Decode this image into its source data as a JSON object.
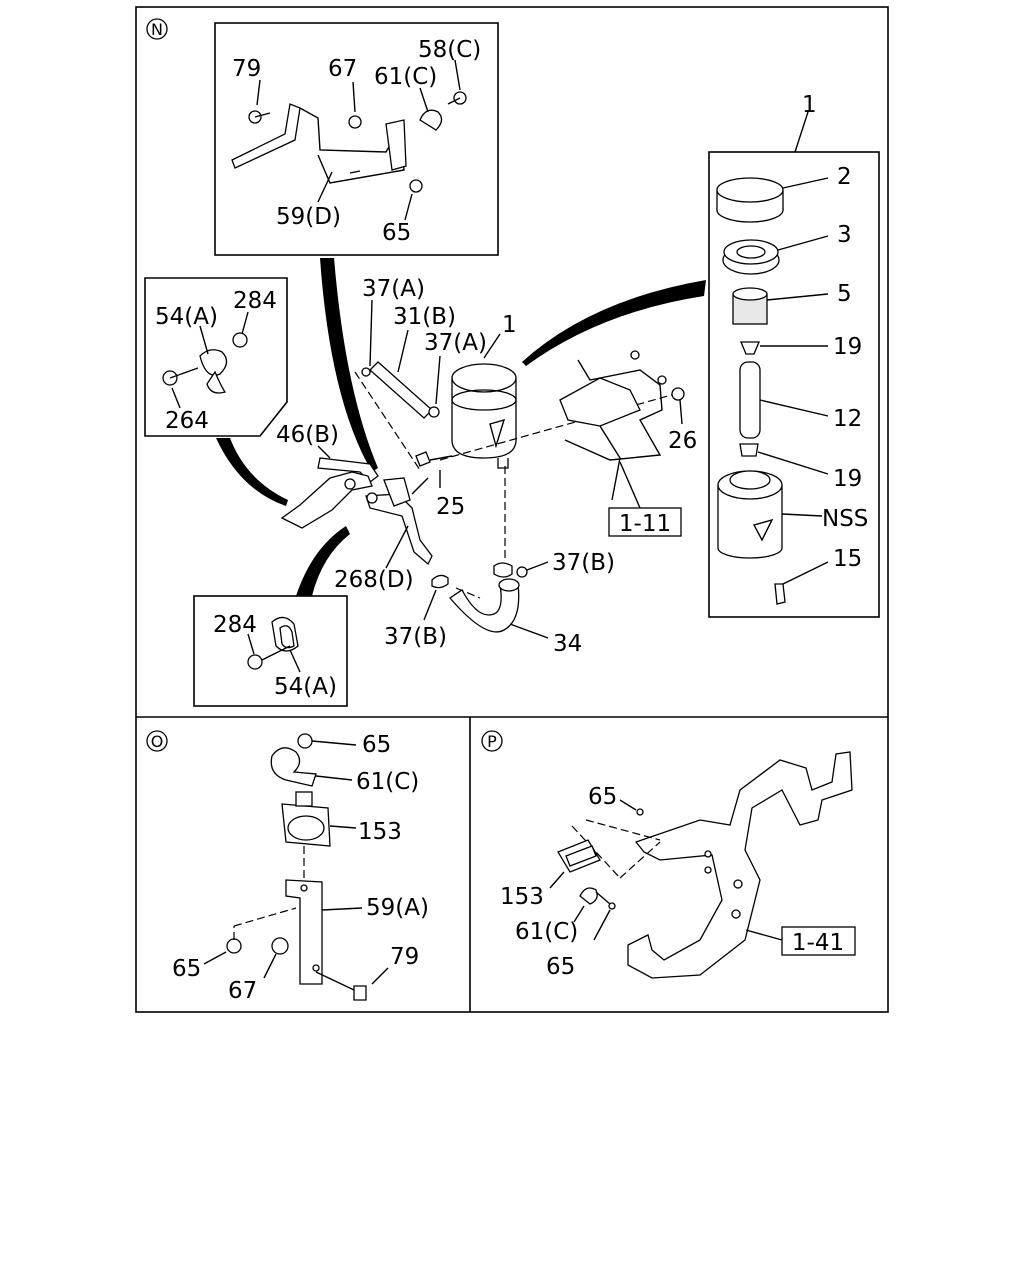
{
  "sections": {
    "N": "N",
    "O": "O",
    "P": "P"
  },
  "labels": {
    "n79": "79",
    "n67": "67",
    "n58c": "58(C)",
    "n61c": "61(C)",
    "n59d": "59(D)",
    "n65a": "65",
    "n1a": "1",
    "n2": "2",
    "n3": "3",
    "n5": "5",
    "n19a": "19",
    "n12": "12",
    "n19b": "19",
    "nNSS": "NSS",
    "n15": "15",
    "n37a1": "37(A)",
    "n31b": "31(B)",
    "n37a2": "37(A)",
    "n1b": "1",
    "n54a1": "54(A)",
    "n284a": "284",
    "n264": "264",
    "n46b": "46(B)",
    "n26": "26",
    "n25": "25",
    "n268d": "268(D)",
    "n37b1": "37(B)",
    "n37b2": "37(B)",
    "n34": "34",
    "n284b": "284",
    "n54a2": "54(A)",
    "ref111": "1-11",
    "o65a": "65",
    "o61c": "61(C)",
    "o153": "153",
    "o59a": "59(A)",
    "o79": "79",
    "o65b": "65",
    "o67": "67",
    "p65a": "65",
    "p153": "153",
    "p61c": "61(C)",
    "p65b": "65",
    "ref141": "1-41"
  }
}
